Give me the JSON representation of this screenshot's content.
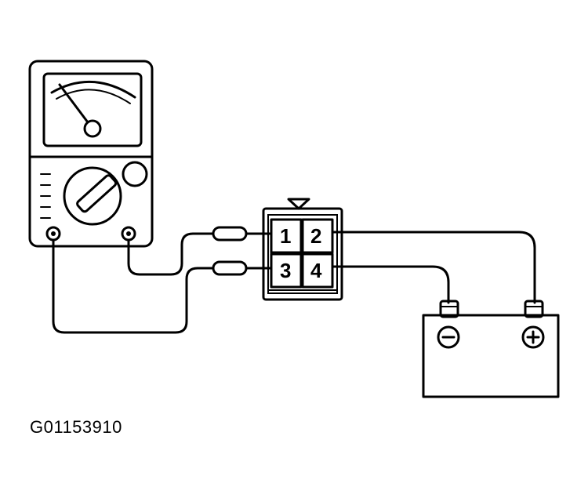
{
  "connector": {
    "pins": [
      "1",
      "2",
      "3",
      "4"
    ]
  },
  "battery": {
    "negative_symbol": "−",
    "positive_symbol": "+"
  },
  "figure_id": "G01153910",
  "colors": {
    "line": "#000000",
    "background": "#ffffff"
  }
}
